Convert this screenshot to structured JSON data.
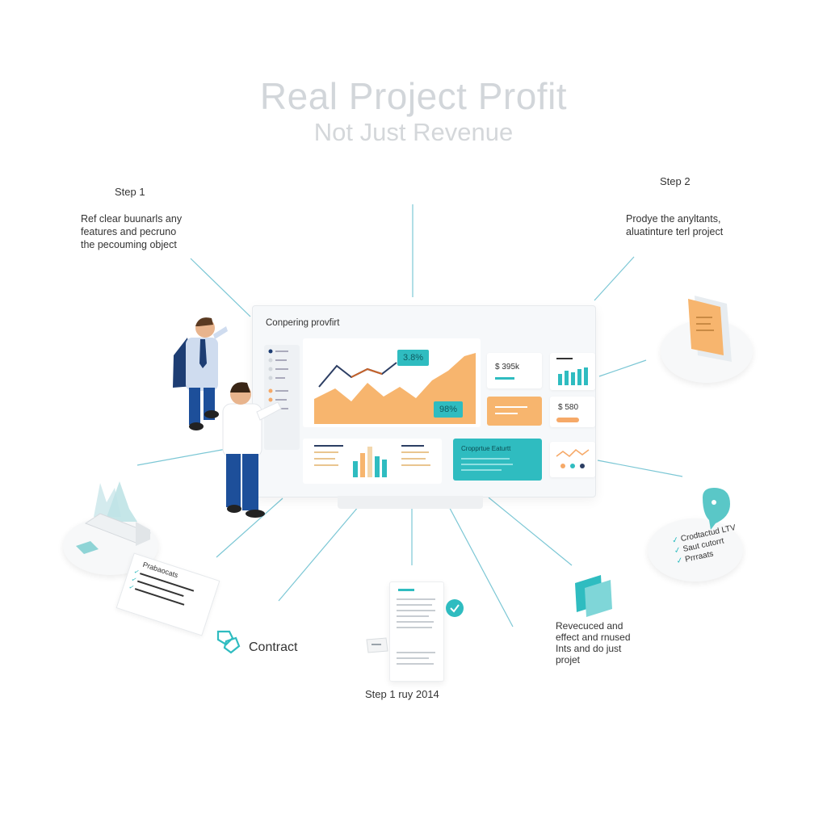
{
  "header": {
    "title": "Real Project Profit",
    "subtitle": "Not Just Revenue"
  },
  "steps": {
    "step1": {
      "label": "Step 1",
      "lines": [
        "Ref clear buunarls any",
        "features and pecruno",
        "the pecouming object"
      ]
    },
    "step2": {
      "label": "Step 2",
      "lines": [
        "Prodye the anyltants,",
        "aluatinture terl project"
      ]
    },
    "bottom_label": "Step 1 ruy 2014"
  },
  "dashboard": {
    "heading": "Conpering provfirt",
    "badge_top": "3.8%",
    "badge_bottom": "98%",
    "stat_a": "$ 395k",
    "stat_b": "$ 580",
    "panel_title": "Cropprtue Eaturtt"
  },
  "satellites": {
    "contract_label": "Contract",
    "checklist_left_title": "Prabaocats",
    "checklist_right_lines": [
      "Crodtactud LTV",
      "Saut cutorrt",
      "Prrraats"
    ],
    "revenue_note_lines": [
      "Revecuced and",
      "effect and rnused",
      "Ints and do just",
      "projet"
    ]
  },
  "colors": {
    "teal": "#2fbcc0",
    "orange": "#f6b26b",
    "navy": "#1d3d73",
    "line": "#6fc3d2"
  }
}
